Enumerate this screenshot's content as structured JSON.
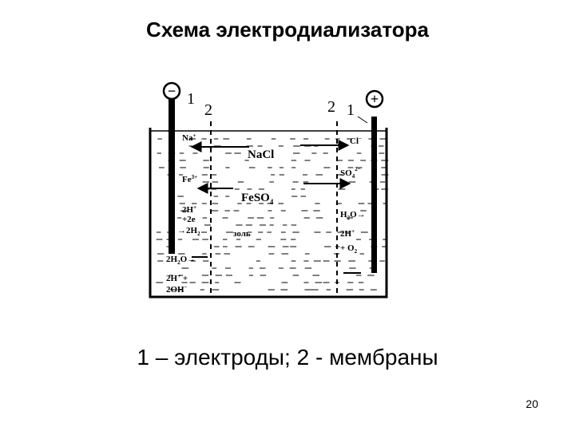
{
  "slide": {
    "title": "Схема электродиализатора",
    "caption": "1 – электроды; 2 - мембраны",
    "page_number": "20"
  },
  "diagram": {
    "cathode_sign": "−",
    "anode_sign": "+",
    "electrode_number": "1",
    "membrane_number": "2",
    "left_ion_1": "Na",
    "left_ion_1_sup": "+",
    "left_ion_2": "Fe",
    "left_ion_2_sup": "3+",
    "left_reaction_1": "2H",
    "left_reaction_1_sup": "+",
    "left_reaction_2": "+2e",
    "left_reaction_3": "→2H",
    "left_reaction_3_sub": "2",
    "left_reaction_4": "2H",
    "left_reaction_4_sub": "2",
    "left_reaction_4b": "O→",
    "left_reaction_5": "2H",
    "left_reaction_5_sup": "+",
    "left_reaction_5b": " +",
    "left_reaction_6": "2OH",
    "left_reaction_6_sup": "−",
    "center_salt_1": "NaCl",
    "center_salt_2": "FeSO",
    "center_salt_2_sub": "4",
    "center_sol": "золь",
    "right_ion_1": "Cl",
    "right_ion_1_sup": "−",
    "right_ion_2": "SO",
    "right_ion_2_sub": "4",
    "right_ion_2_sup": "2−",
    "right_reaction_1": "H",
    "right_reaction_1_sub": "2",
    "right_reaction_1b": "O→",
    "right_reaction_2": "2H",
    "right_reaction_2_sup": "+",
    "right_reaction_3": "+ O",
    "right_reaction_3_sub": "2"
  }
}
